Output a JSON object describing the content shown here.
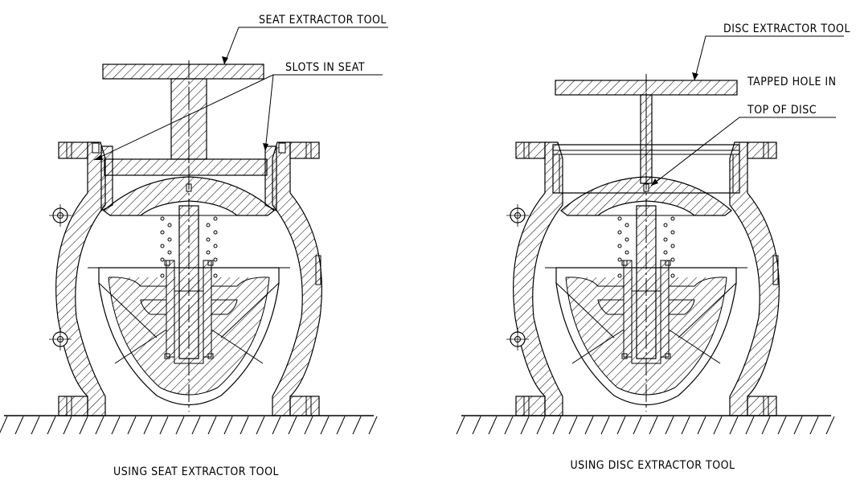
{
  "left_view": {
    "tool_label": "SEAT EXTRACTOR TOOL",
    "slot_label": "SLOTS IN SEAT",
    "caption": "USING SEAT EXTRACTOR TOOL"
  },
  "right_view": {
    "tool_label": "DISC EXTRACTOR TOOL",
    "hole_label_line1": "TAPPED HOLE IN",
    "hole_label_line2": "TOP OF DISC",
    "caption": "USING DISC EXTRACTOR TOOL"
  },
  "colors": {
    "line": "#000000",
    "background": "#ffffff"
  }
}
